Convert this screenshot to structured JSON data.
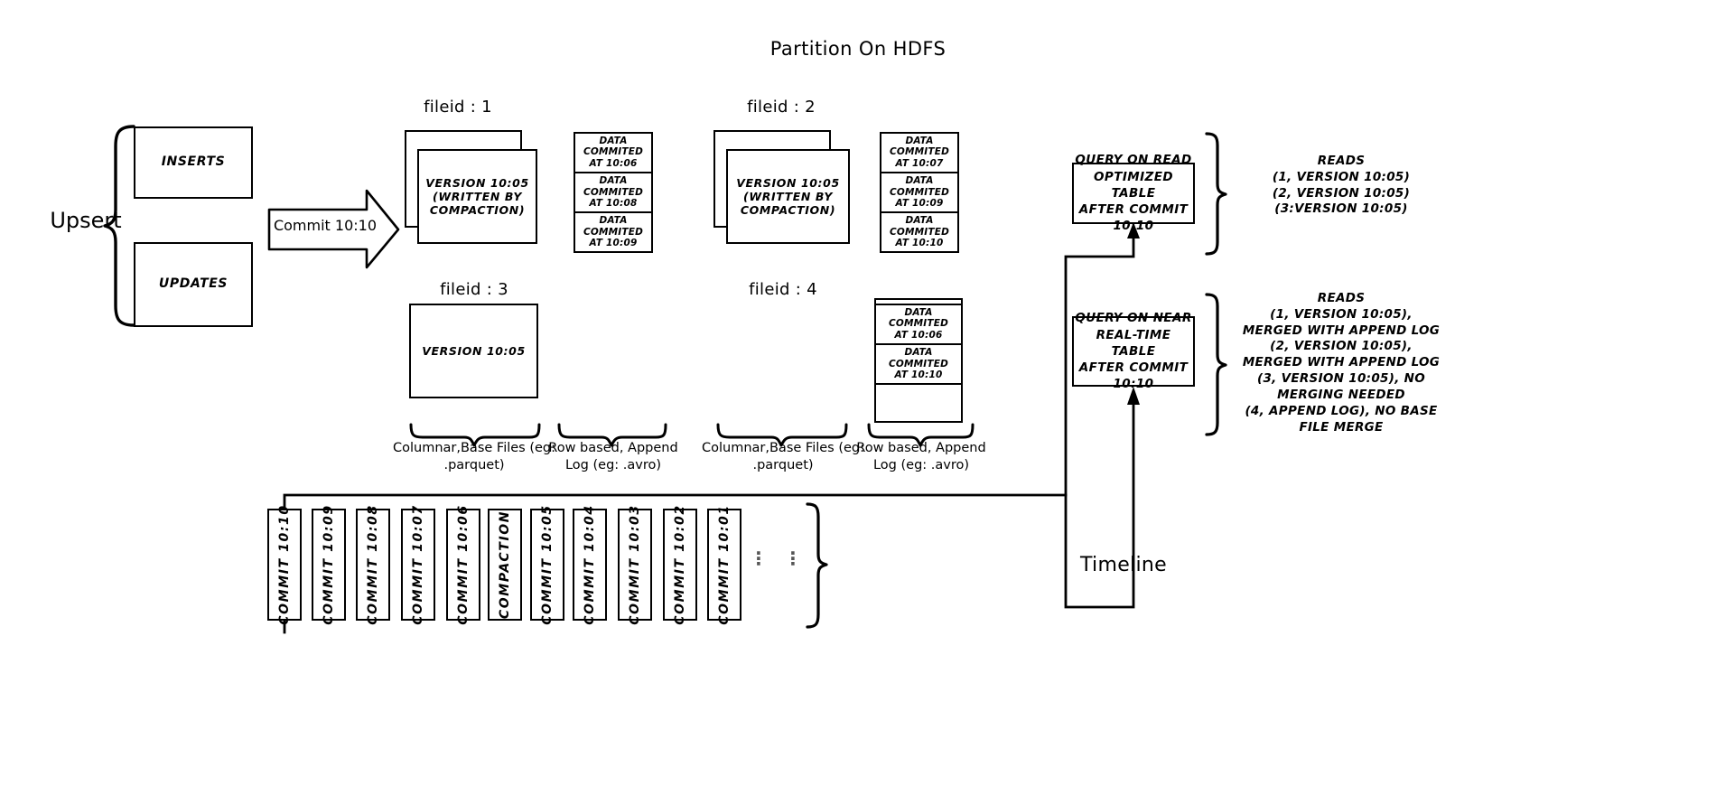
{
  "title": "Partition On HDFS",
  "left": {
    "upsert_label": "Upsert",
    "inserts_label": "INSERTS",
    "updates_label": "UPDATES",
    "commit_arrow_label": "Commit 10:10"
  },
  "fileids": [
    {
      "label": "fileid : 1",
      "base_file_text": "VERSION 10:05\n(WRITTEN BY\nCOMPACTION)",
      "has_base_file": true,
      "stacked": true,
      "log_rows": [
        "DATA COMMITED\nAT 10:06",
        "DATA COMMITED\nAT 10:08",
        "DATA COMMITED\nAT 10:09"
      ]
    },
    {
      "label": "fileid : 2",
      "base_file_text": "VERSION 10:05\n(WRITTEN BY\nCOMPACTION)",
      "has_base_file": true,
      "stacked": true,
      "log_rows": [
        "DATA COMMITED\nAT 10:07",
        "DATA COMMITED\nAT 10:09",
        "DATA COMMITED\nAT 10:10"
      ]
    },
    {
      "label": "fileid : 3",
      "base_file_text": "VERSION 10:05",
      "has_base_file": true,
      "stacked": false,
      "log_rows": []
    },
    {
      "label": "fileid : 4",
      "base_file_text": "",
      "has_base_file": false,
      "stacked": false,
      "log_rows": [
        "DATA COMMITED\nAT 10:06",
        "DATA COMMITED\nAT 10:10"
      ]
    }
  ],
  "captions": {
    "columnar_left": "Columnar,Base Files\n(eg: .parquet)",
    "rowlog_left": "Row based,\nAppend Log  (eg:\n.avro)",
    "columnar_right": "Columnar,Base Files\n(eg: .parquet)",
    "rowlog_right": "Row based,\nAppend Log  (eg:\n.avro)"
  },
  "queries": {
    "read_optimized": {
      "box_text": "QUERY ON READ\nOPTIMIZED TABLE\nAFTER COMMIT\n10:10",
      "reads_text": "READS\n(1, VERSION 10:05)\n(2, VERSION 10:05)\n(3:VERSION 10:05)"
    },
    "near_real_time": {
      "box_text": "QUERY ON NEAR\nREAL-TIME TABLE\nAFTER COMMIT\n10:10",
      "reads_text": "READS\n(1, VERSION 10:05),\nMERGED WITH APPEND LOG\n(2, VERSION 10:05),\nMERGED WITH APPEND LOG\n(3, VERSION 10:05), NO\nMERGING NEEDED\n(4, APPEND LOG), NO BASE\nFILE MERGE"
    }
  },
  "timeline": {
    "label": "Timeline",
    "ellipsis": "⋮",
    "items": [
      "COMMIT  10:10",
      "COMMIT  10:09",
      "COMMIT  10:08",
      "COMMIT  10:07",
      "COMMIT  10:06",
      "COMPACTION",
      "COMMIT  10:05",
      "COMMIT  10:04",
      "COMMIT  10:03",
      "COMMIT  10:02",
      "COMMIT  10:01"
    ]
  },
  "colors": {
    "stroke": "#000000",
    "background": "#ffffff"
  }
}
